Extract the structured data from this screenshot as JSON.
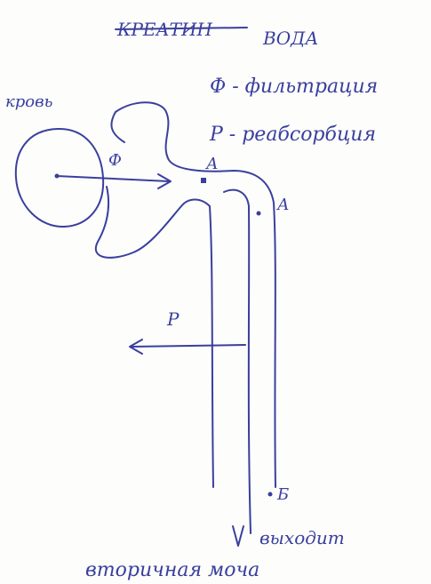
{
  "labels": {
    "creatinine": "КРЕАТИН",
    "water": "ВОДА",
    "filtration_line": "Ф - фильтрация",
    "reabsorption_line": "Р - реабсорбция",
    "blood": "кровь",
    "f_arrow": "Ф",
    "point_a_top": "А",
    "point_a_side": "А",
    "r_arrow": "Р",
    "point_b": "Б",
    "exits": "выходит",
    "secondary_urine": "вторичная моча"
  },
  "colors": {
    "ink": "#3a3f9e",
    "paper": "#fdfdfb"
  }
}
